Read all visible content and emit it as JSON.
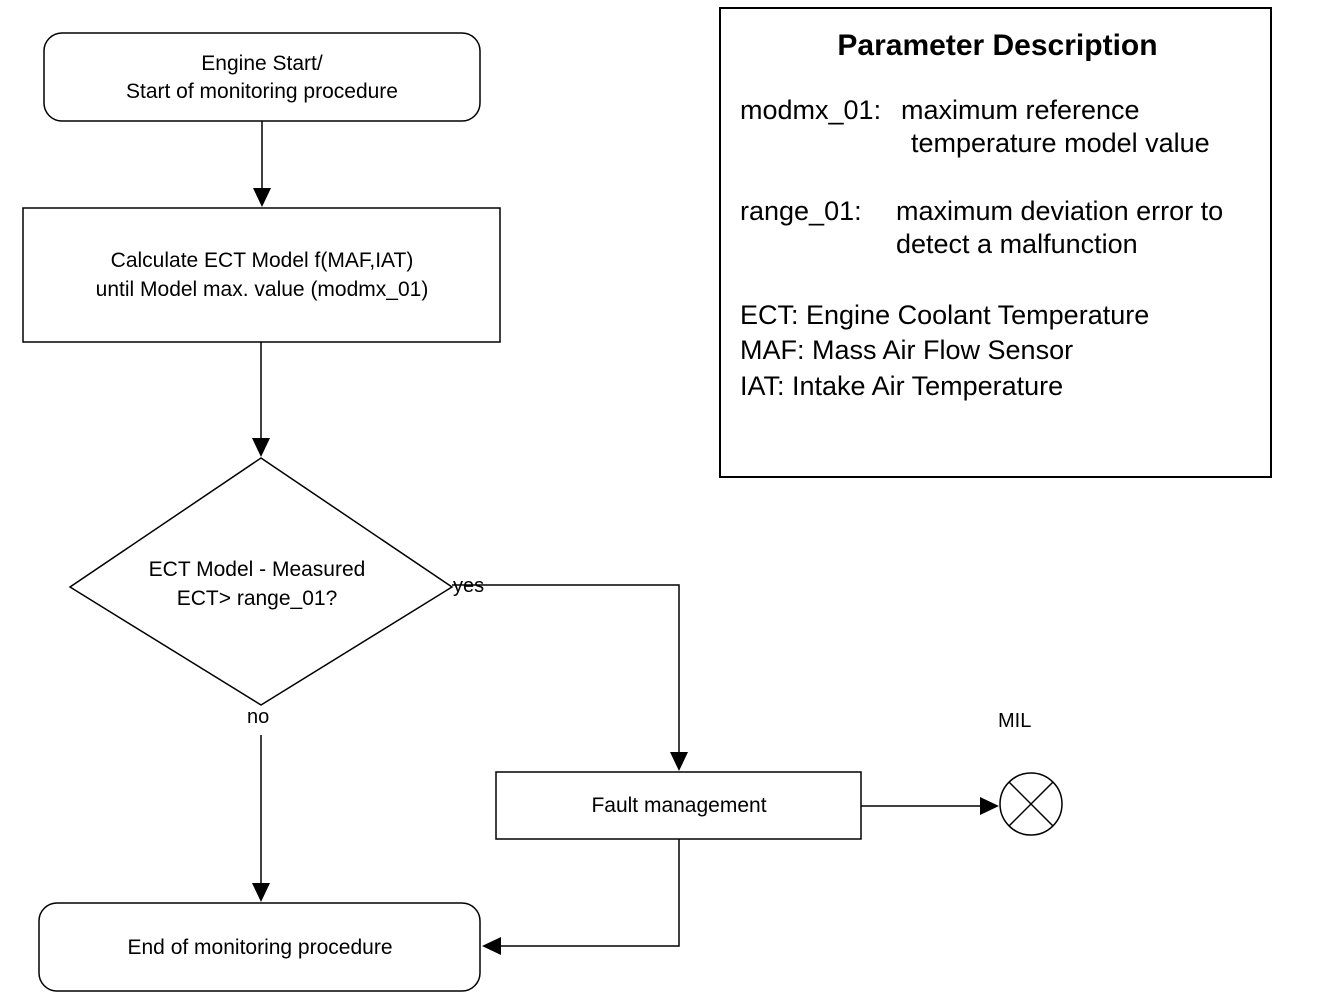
{
  "flowchart": {
    "start": {
      "line1": "Engine Start/",
      "line2": "Start of monitoring procedure"
    },
    "calculate": {
      "line1": "Calculate ECT Model f(MAF,IAT)",
      "line2": "until Model max. value (modmx_01)"
    },
    "decision": {
      "line1": "ECT Model - Measured",
      "line2": "ECT> range_01?"
    },
    "yes_label": "yes",
    "no_label": "no",
    "fault": {
      "label": "Fault management"
    },
    "mil_label": "MIL",
    "end": {
      "label": "End of monitoring procedure"
    }
  },
  "parameter_panel": {
    "title": "Parameter Description",
    "modmx": {
      "term": "modmx_01:",
      "desc_line1": "maximum reference",
      "desc_line2": "temperature model value"
    },
    "range": {
      "term": "range_01:",
      "desc_line1": "maximum deviation error to",
      "desc_line2": "detect a malfunction"
    },
    "ect": "ECT: Engine Coolant Temperature",
    "maf": "MAF: Mass Air Flow Sensor",
    "iat": "IAT: Intake Air Temperature"
  }
}
